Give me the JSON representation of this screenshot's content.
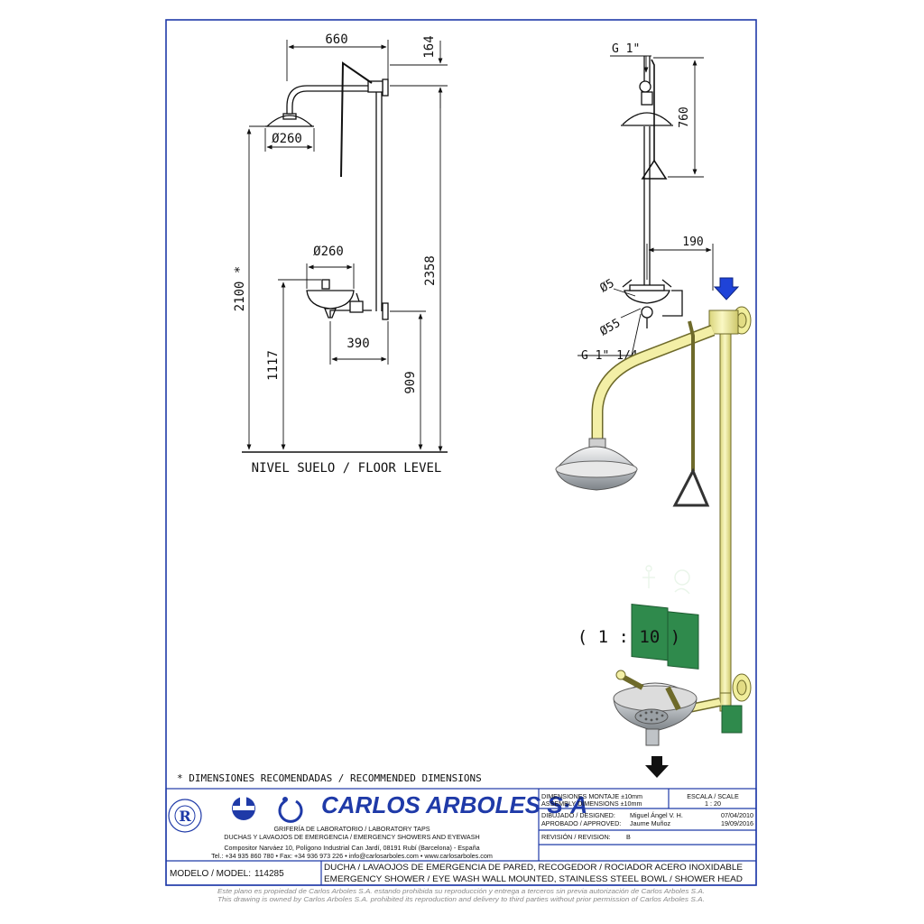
{
  "drawing": {
    "left_dims": {
      "d660": "660",
      "d164": "164",
      "d260_head": "Ø260",
      "d260_bowl": "Ø260",
      "d2100": "2100 *",
      "d2358": "2358",
      "d390": "390",
      "d1117": "1117",
      "d909": "909"
    },
    "floor_label": "NIVEL SUELO / FLOOR LEVEL",
    "right_dims": {
      "g1": "G 1\"",
      "d760": "760",
      "d190": "190",
      "d5": "Ø5",
      "d55": "Ø55",
      "g114": "G 1\"  1/4"
    },
    "scale_note": "( 1 : 10 )",
    "footnote": "* DIMENSIONES RECOMENDADAS / RECOMMENDED DIMENSIONS",
    "colors": {
      "pipe_yellow": "#f1ee9c",
      "pipe_outline": "#6e6a2a",
      "sign_green": "#2f8a4c",
      "arrow_blue": "#1f43d8",
      "frame_blue": "#1f3aa8"
    }
  },
  "title_block": {
    "brand": "CARLOS ARBOLES S·A",
    "tagline1": "GRIFERÍA DE LABORATORIO / LABORATORY TAPS",
    "tagline2": "DUCHAS Y LAVAOJOS DE EMERGENCIA / EMERGENCY SHOWERS AND EYEWASH",
    "address": "Compositor Narváez 10, Polígono Industrial Can Jardí, 08191 Rubí (Barcelona) - España",
    "contact": "Tel.: +34 935 860 780 • Fax: +34 936 973 226 • info@carlosarboles.com • www.carlosarboles.com",
    "montaje": "DIMENSIONES MONTAJE ±10mm",
    "assembly": "ASSEMBLY DIMENSIONS ±10mm",
    "scale_label": "ESCALA / SCALE",
    "scale_value": "1 : 20",
    "designed_label": "DIBUJADO / DESIGNED:",
    "designed_name": "Miguel Ángel V. H.",
    "designed_date": "07/04/2010",
    "approved_label": "APROBADO / APPROVED:",
    "approved_name": "Jaume Muñoz",
    "approved_date": "19/09/2016",
    "revision_label": "REVISIÓN / REVISION:",
    "revision_value": "B",
    "model_label": "MODELO / MODEL:",
    "model_value": "114285",
    "desc1": "DUCHA / LAVAOJOS DE EMERGENCIA DE PARED, RECOGEDOR / ROCIADOR ACERO INOXIDABLE",
    "desc2": "EMERGENCY SHOWER / EYE WASH WALL MOUNTED, STAINLESS STEEL BOWL / SHOWER HEAD"
  },
  "footer": {
    "line1": "Este plano es propiedad de Carlos Arboles S.A. estando prohibida su reproducción y entrega a terceros sin previa autorización de Carlos Arboles S.A.",
    "line2": "This drawing is owned by Carlos Arboles S.A. prohibited its reproduction and delivery to third parties without prior permission of Carlos Arboles S.A."
  }
}
